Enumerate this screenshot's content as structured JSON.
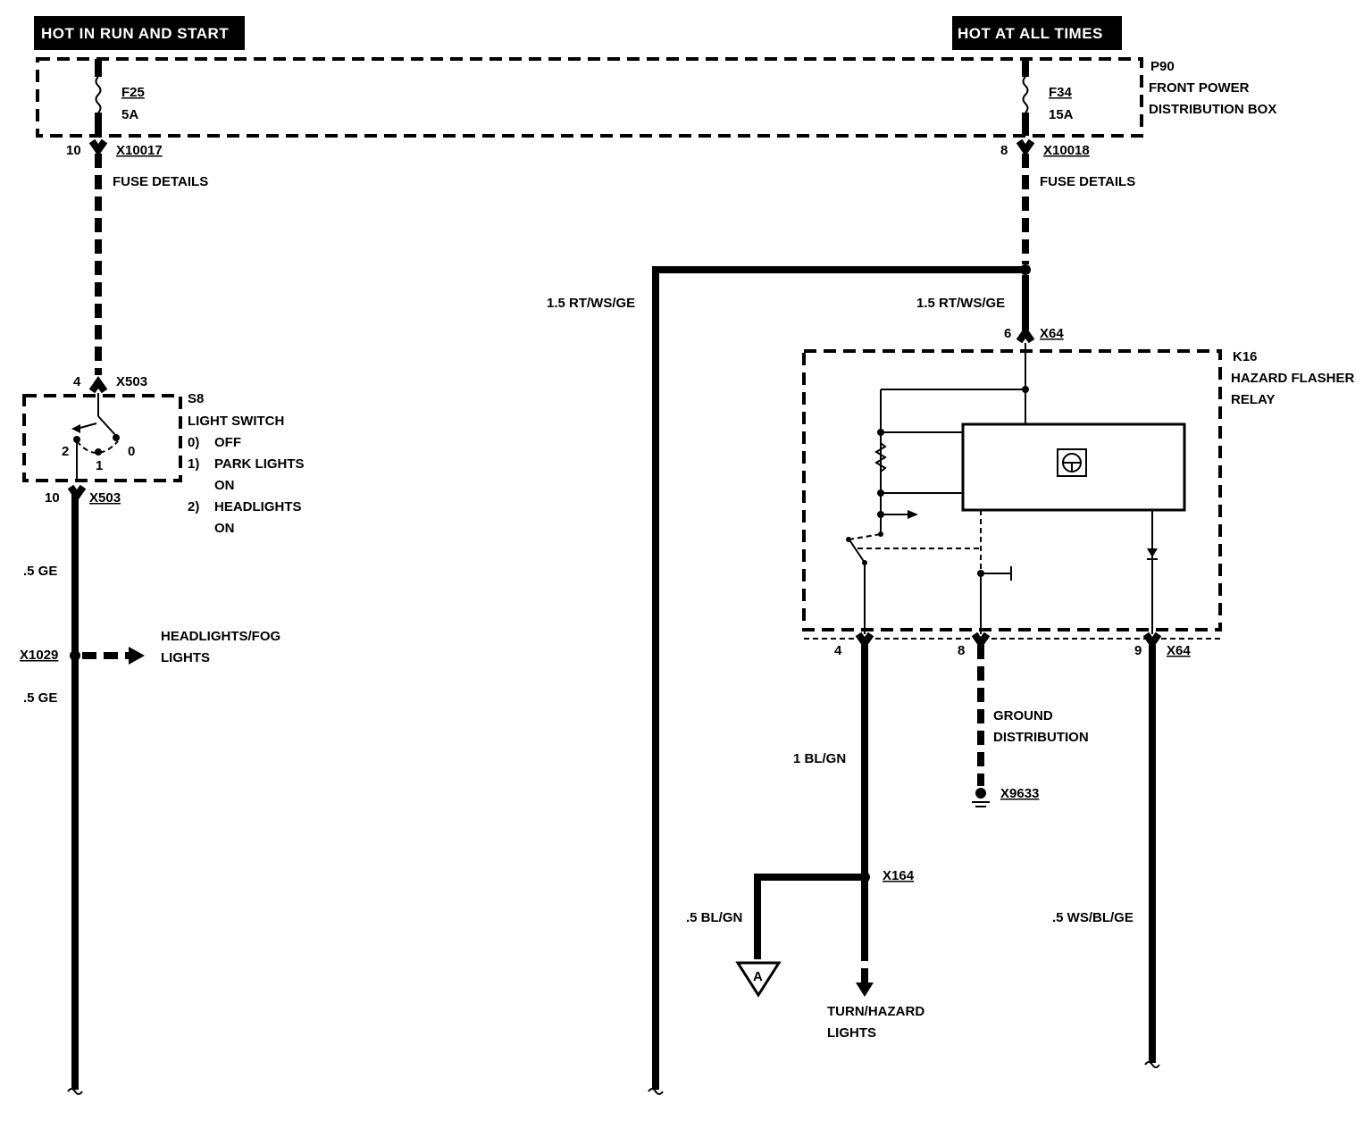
{
  "headers": {
    "left": "HOT IN RUN AND START",
    "right": "HOT AT ALL TIMES"
  },
  "power_box": {
    "id": "P90",
    "name_line1": "FRONT POWER",
    "name_line2": "DISTRIBUTION BOX"
  },
  "fuse_left": {
    "id": "F25",
    "rating": "5A",
    "pin": "10",
    "connector": "X10017",
    "details": "FUSE DETAILS"
  },
  "fuse_right": {
    "id": "F34",
    "rating": "15A",
    "pin": "8",
    "connector": "X10018",
    "details": "FUSE DETAILS"
  },
  "wires": {
    "branch_left": "1.5 RT/WS/GE",
    "relay_feed": "1.5 RT/WS/GE",
    "switch_out_1": ".5 GE",
    "switch_out_2": ".5 GE",
    "relay_pin4": "1 BL/GN",
    "splice_branch": ".5 BL/GN",
    "relay_pin9": ".5 WS/BL/GE"
  },
  "switch": {
    "id": "S8",
    "name": "LIGHT SWITCH",
    "in_pin": "4",
    "in_connector": "X503",
    "out_pin": "10",
    "out_connector": "X503",
    "pos_0": "0",
    "pos_1": "1",
    "pos_2": "2",
    "legend": [
      {
        "num": "0)",
        "text": "OFF"
      },
      {
        "num": "1)",
        "text": "PARK LIGHTS"
      },
      {
        "num": "",
        "text": "ON"
      },
      {
        "num": "2)",
        "text": "HEADLIGHTS"
      },
      {
        "num": "",
        "text": "ON"
      }
    ]
  },
  "splice_headlights": {
    "connector": "X1029",
    "dest_line1": "HEADLIGHTS/FOG",
    "dest_line2": "LIGHTS"
  },
  "relay": {
    "id": "K16",
    "name_line1": "HAZARD FLASHER",
    "name_line2": "RELAY",
    "in_pin": "6",
    "in_connector": "X64",
    "pin_4": "4",
    "pin_8": "8",
    "pin_9": "9",
    "out_connector": "X64"
  },
  "ground": {
    "label_line1": "GROUND",
    "label_line2": "DISTRIBUTION",
    "connector": "X9633"
  },
  "splice_turn": {
    "connector": "X164",
    "offpage": "A",
    "dest_line1": "TURN/HAZARD",
    "dest_line2": "LIGHTS"
  }
}
